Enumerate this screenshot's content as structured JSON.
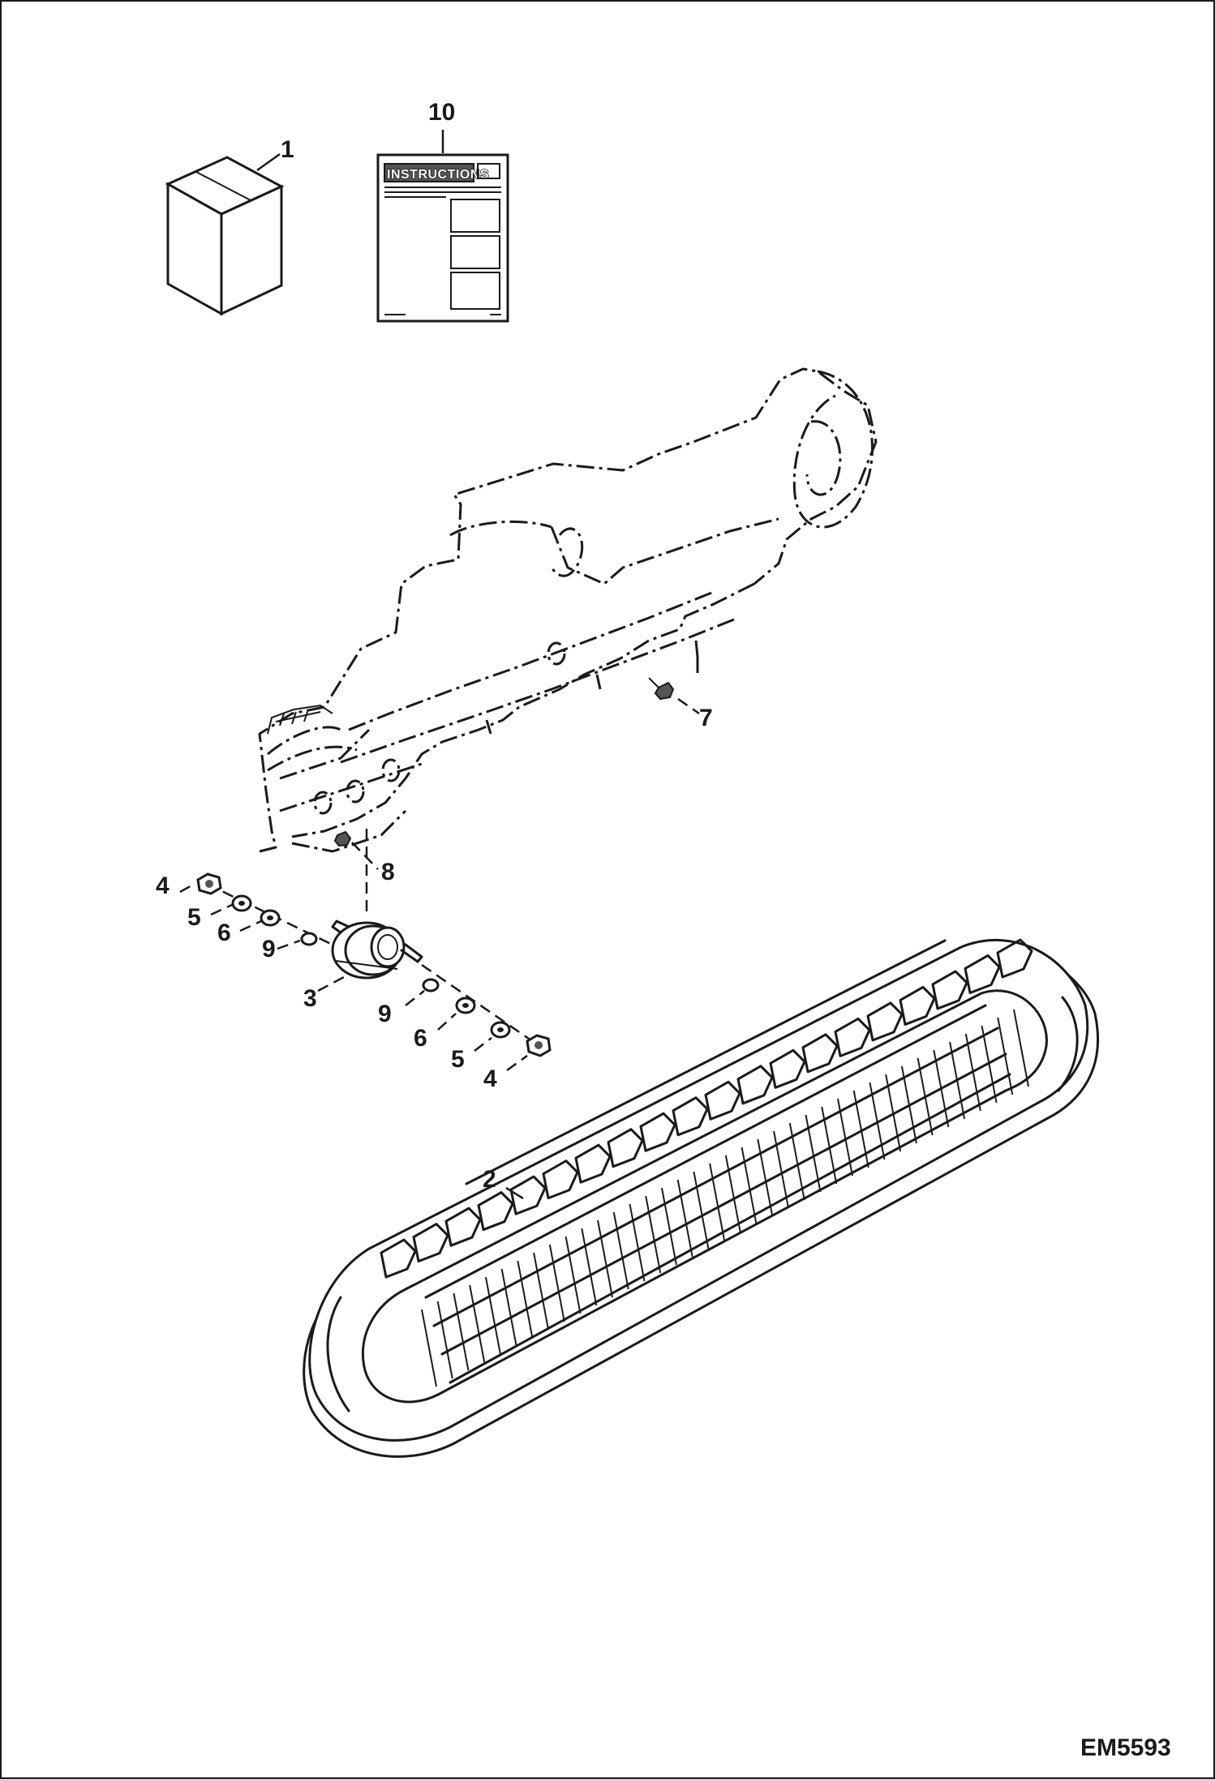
{
  "figure": {
    "code": "EM5593",
    "instruction_sheet_text": "INSTRUCTIONS"
  },
  "callouts": [
    {
      "id": "c1",
      "label": "1"
    },
    {
      "id": "c10",
      "label": "10"
    },
    {
      "id": "c7",
      "label": "7"
    },
    {
      "id": "c8",
      "label": "8"
    },
    {
      "id": "c4a",
      "label": "4"
    },
    {
      "id": "c5a",
      "label": "5"
    },
    {
      "id": "c6a",
      "label": "6"
    },
    {
      "id": "c9a",
      "label": "9"
    },
    {
      "id": "c3",
      "label": "3"
    },
    {
      "id": "c9b",
      "label": "9"
    },
    {
      "id": "c6b",
      "label": "6"
    },
    {
      "id": "c5b",
      "label": "5"
    },
    {
      "id": "c4b",
      "label": "4"
    },
    {
      "id": "c2",
      "label": "2"
    }
  ],
  "parts": [
    {
      "ref": "1",
      "icon": "box-icon"
    },
    {
      "ref": "10",
      "icon": "instruction-sheet-icon"
    },
    {
      "ref": "2",
      "icon": "rubber-track-icon"
    },
    {
      "ref": "3",
      "icon": "roller-icon"
    },
    {
      "ref": "4",
      "icon": "nut-icon"
    },
    {
      "ref": "5",
      "icon": "washer-icon"
    },
    {
      "ref": "6",
      "icon": "washer-icon"
    },
    {
      "ref": "7",
      "icon": "fitting-icon"
    },
    {
      "ref": "8",
      "icon": "fitting-icon"
    },
    {
      "ref": "9",
      "icon": "o-ring-icon"
    }
  ]
}
